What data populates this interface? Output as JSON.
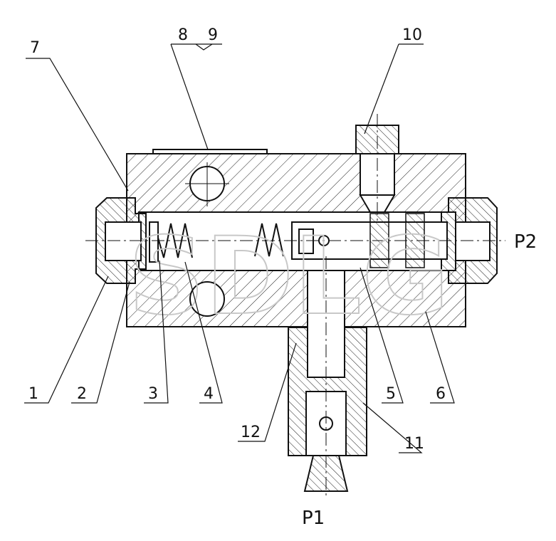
{
  "labels": {
    "l1": "1",
    "l2": "2",
    "l3": "3",
    "l4": "4",
    "l5": "5",
    "l6": "6",
    "l7": "7",
    "l8": "8",
    "l9": "9",
    "l10": "10",
    "l11": "11",
    "l12": "12"
  },
  "ports": {
    "p1": "P1",
    "p2": "P2"
  },
  "watermark": "SDLG",
  "colors": {
    "line": "#111111",
    "watermark": "#c8c8c8"
  }
}
